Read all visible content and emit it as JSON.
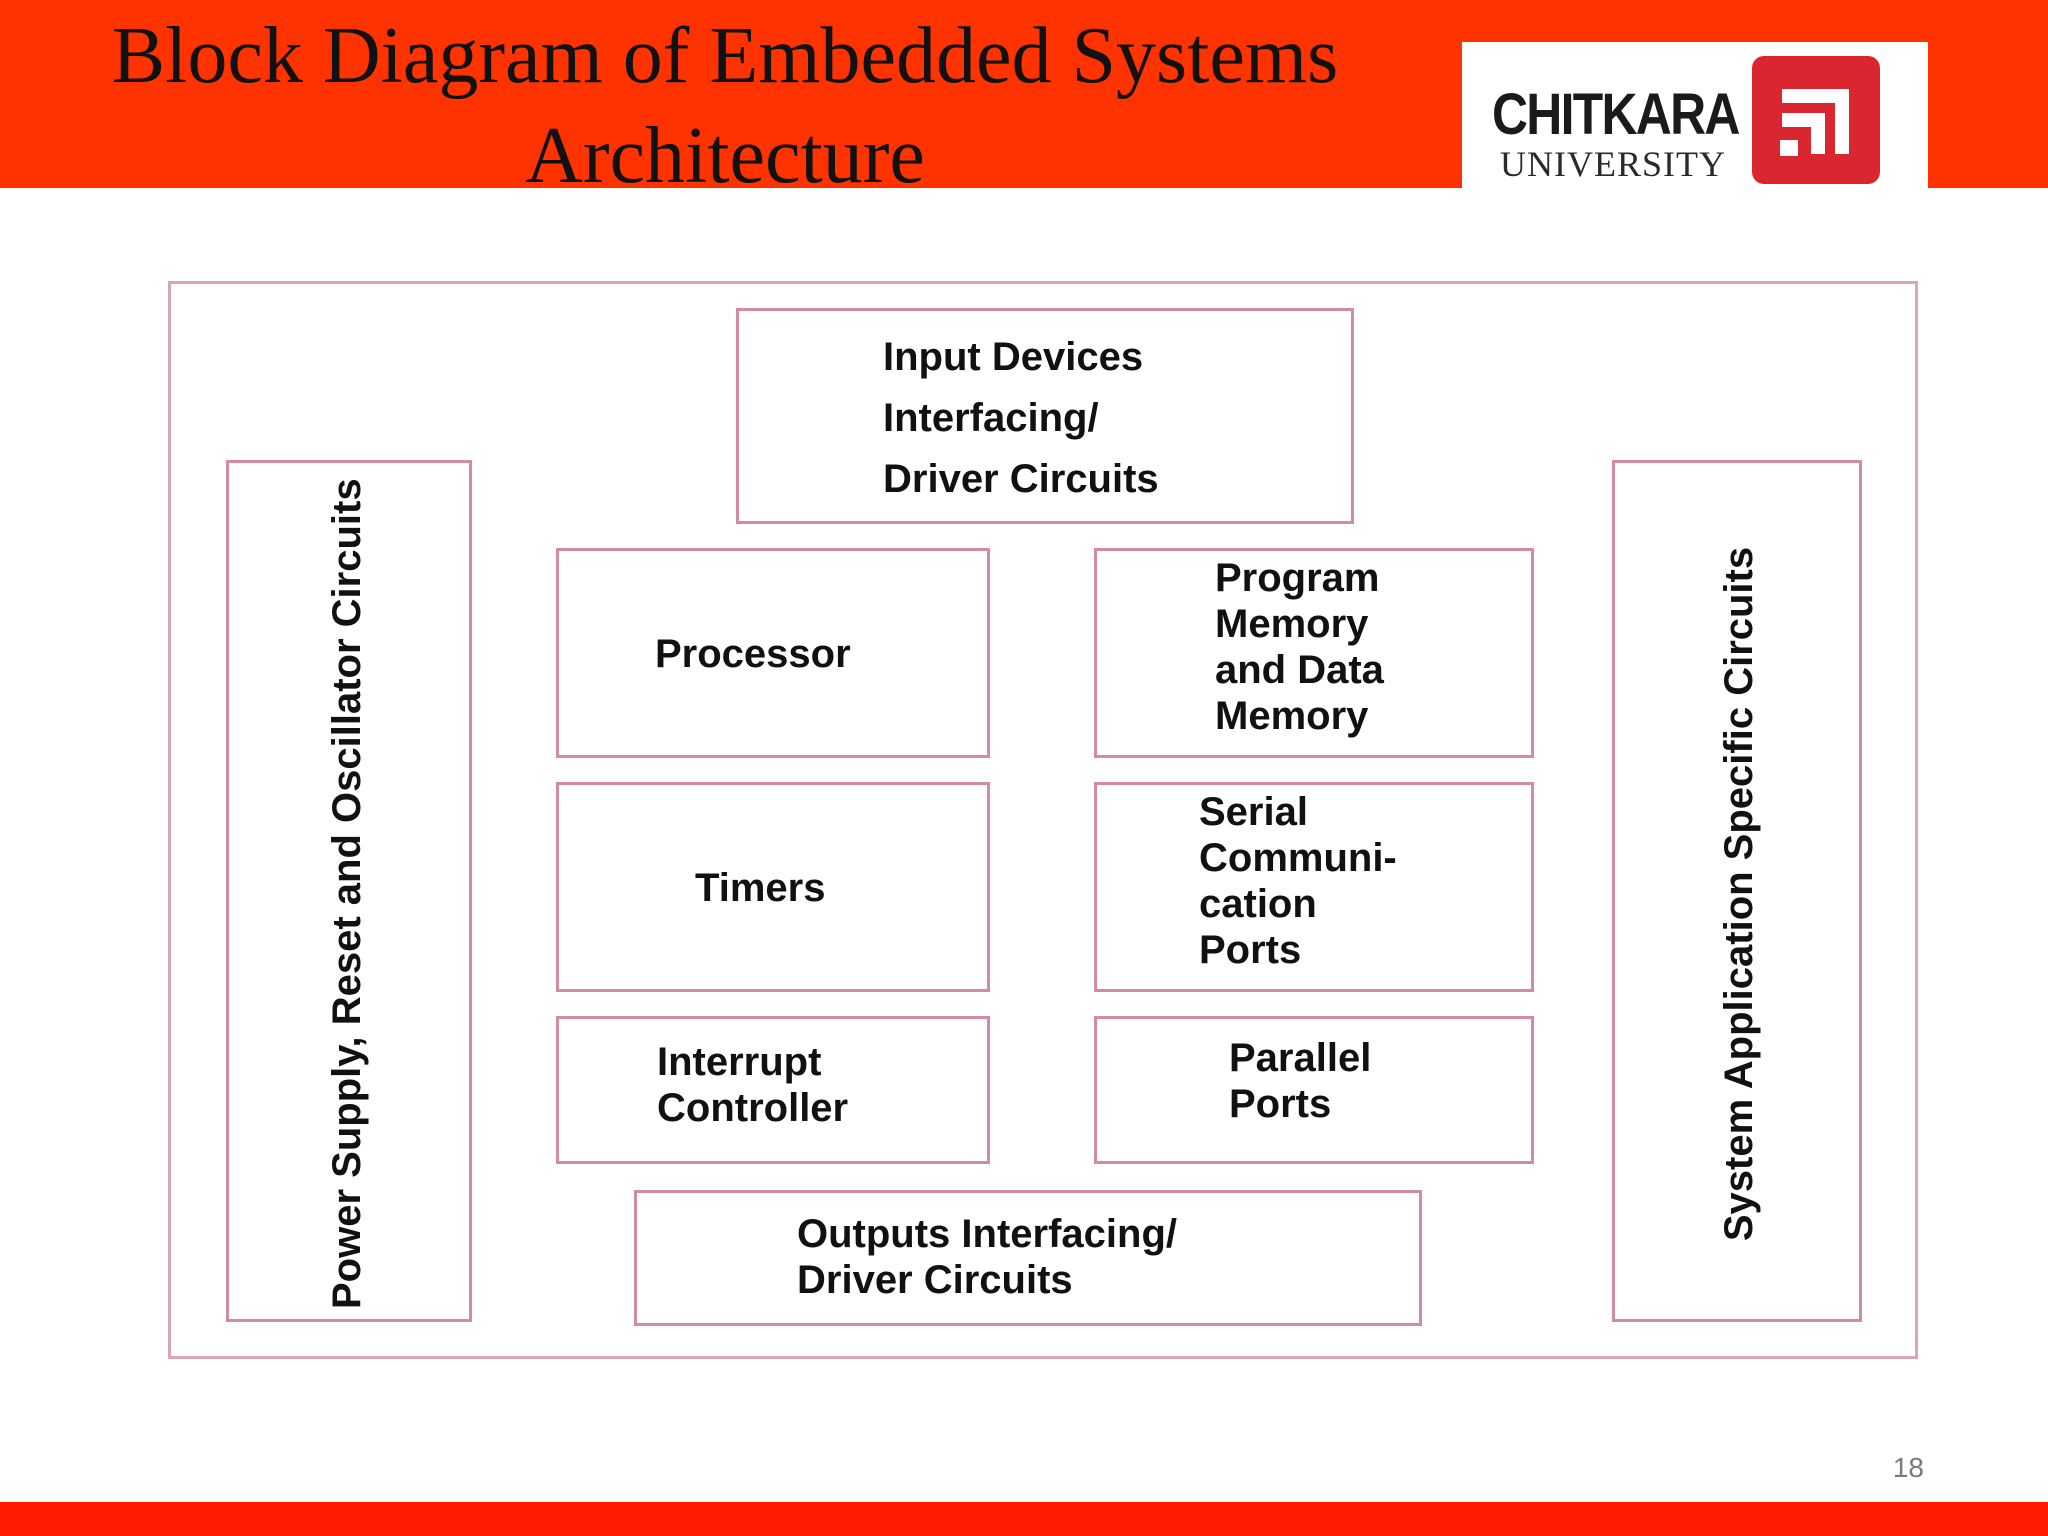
{
  "slide": {
    "title": "Block Diagram of Embedded Systems Architecture",
    "page_number": "18"
  },
  "logo": {
    "name": "CHITKARA",
    "subtitle": "UNIVERSITY"
  },
  "colors": {
    "header": "#ff3300",
    "footer": "#ff1a00",
    "logo_mark": "#d9262f",
    "block_border": "#d38aa3"
  },
  "diagram": {
    "input_block": "Input Devices\nInterfacing/\nDriver Circuits",
    "processor": "Processor",
    "memory": "Program\nMemory\nand Data\nMemory",
    "timers": "Timers",
    "serial_ports": "Serial\nCommuni-\ncation\nPorts",
    "interrupt_controller": "Interrupt\nController",
    "parallel_ports": "Parallel\nPorts",
    "output_block": "Outputs Interfacing/\nDriver Circuits",
    "power_block": "Power Supply, Reset and Oscillator Circuits",
    "application_block": "System Application Specific Circuits"
  }
}
